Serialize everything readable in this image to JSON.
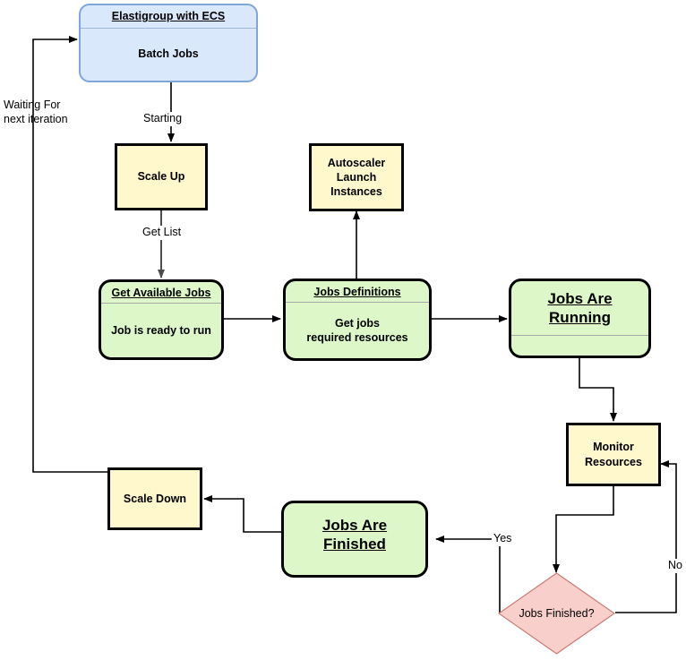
{
  "diagram": {
    "title": "Elastigroup with ECS batch jobs autoscaling flow",
    "colors": {
      "blue_fill": "#dae8fc",
      "blue_stroke": "#7ea6dd",
      "yellow_fill": "#fff8cc",
      "green_fill": "#ddf7c8",
      "pink_fill": "#f8cfcb",
      "pink_stroke": "#c87c76",
      "stroke": "#000000",
      "background": "#ffffff"
    },
    "nodes": {
      "elastigroup": {
        "title": "Elastigroup with ECS",
        "body": "Batch Jobs"
      },
      "scale_up": {
        "body": "Scale Up"
      },
      "autoscaler": {
        "body": "Autoscaler\nLaunch\nInstances"
      },
      "get_available_jobs": {
        "title": "Get Available Jobs",
        "body": "Job is ready to run"
      },
      "jobs_definitions": {
        "title": "Jobs Definitions",
        "body": "Get jobs\nrequired resources"
      },
      "jobs_are_running": {
        "title": "Jobs Are \nRunning",
        "body": ""
      },
      "monitor_resources": {
        "body": "Monitor\nResources"
      },
      "jobs_finished_decision": {
        "label": "Jobs Finished?"
      },
      "jobs_are_finished": {
        "title": "Jobs Are \nFinished",
        "body": ""
      },
      "scale_down": {
        "body": "Scale Down"
      }
    },
    "edge_labels": {
      "starting": "Starting",
      "get_list": "Get List",
      "yes": "Yes",
      "no": "No",
      "waiting": "Waiting For\nnext iteration"
    }
  }
}
